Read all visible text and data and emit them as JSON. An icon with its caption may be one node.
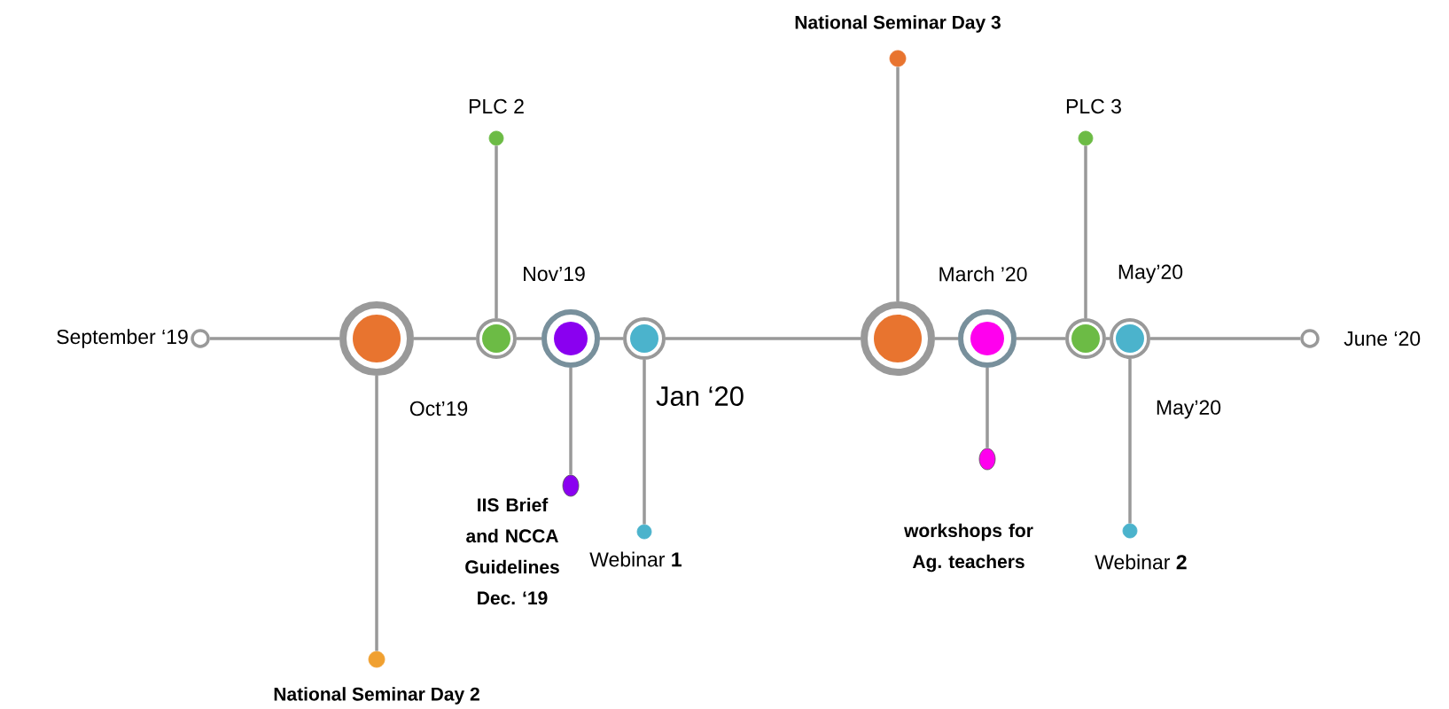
{
  "diagram": {
    "nodes": [
      {
        "text": [
          "September ‘19"
        ]
      },
      {
        "text": [
          "Oct’19"
        ]
      },
      {
        "text": [
          "National Seminar Day 2"
        ]
      },
      {
        "text": [],
        "shape": "circle"
      },
      {
        "text": [
          "PLC 2"
        ]
      },
      {
        "text": [
          "Nov’19"
        ]
      },
      {
        "text": [
          "IIS Brief and NCCA Guidelines Dec. ‘19"
        ]
      },
      {
        "text": [
          "Jan ‘20"
        ]
      },
      {
        "text": [
          "Webinar **1**"
        ]
      },
      {
        "text": [],
        "shape": "circle"
      },
      {
        "text": [
          "National Seminar Day 3"
        ]
      },
      {
        "text": [
          "March ’20"
        ]
      },
      {
        "text": [
          "workshops for Ag. teachers"
        ]
      },
      {
        "text": [
          "May’20"
        ]
      },
      {
        "text": [
          "PLC 3"
        ]
      },
      {
        "text": [
          "May’20"
        ]
      },
      {
        "text": [
          "Webinar **2**"
        ]
      },
      {
        "text": [
          "June ‘20"
        ]
      }
    ],
    "edges": [
      {
        "from": 0,
        "to": 1,
        "arrow": "none"
      },
      {
        "from": 1,
        "to": 3,
        "arrow": "none"
      },
      {
        "from": 3,
        "to": 5,
        "arrow": "none"
      },
      {
        "from": 5,
        "to": 7,
        "arrow": "none"
      },
      {
        "from": 7,
        "to": 9,
        "arrow": "none"
      },
      {
        "from": 9,
        "to": 11,
        "arrow": "none"
      },
      {
        "from": 11,
        "to": 13,
        "arrow": "none"
      },
      {
        "from": 13,
        "to": 15,
        "arrow": "none"
      },
      {
        "from": 15,
        "to": 17,
        "arrow": "none"
      },
      {
        "from": 1,
        "to": 2,
        "arrow": "none"
      },
      {
        "from": 3,
        "to": 4,
        "arrow": "none"
      },
      {
        "from": 5,
        "to": 6,
        "arrow": "none"
      },
      {
        "from": 7,
        "to": 8,
        "arrow": "none"
      },
      {
        "from": 9,
        "to": 10,
        "arrow": "none"
      },
      {
        "from": 11,
        "to": 12,
        "arrow": "none"
      },
      {
        "from": 13,
        "to": 14,
        "arrow": "none"
      },
      {
        "from": 15,
        "to": 16,
        "arrow": "none"
      }
    ]
  }
}
